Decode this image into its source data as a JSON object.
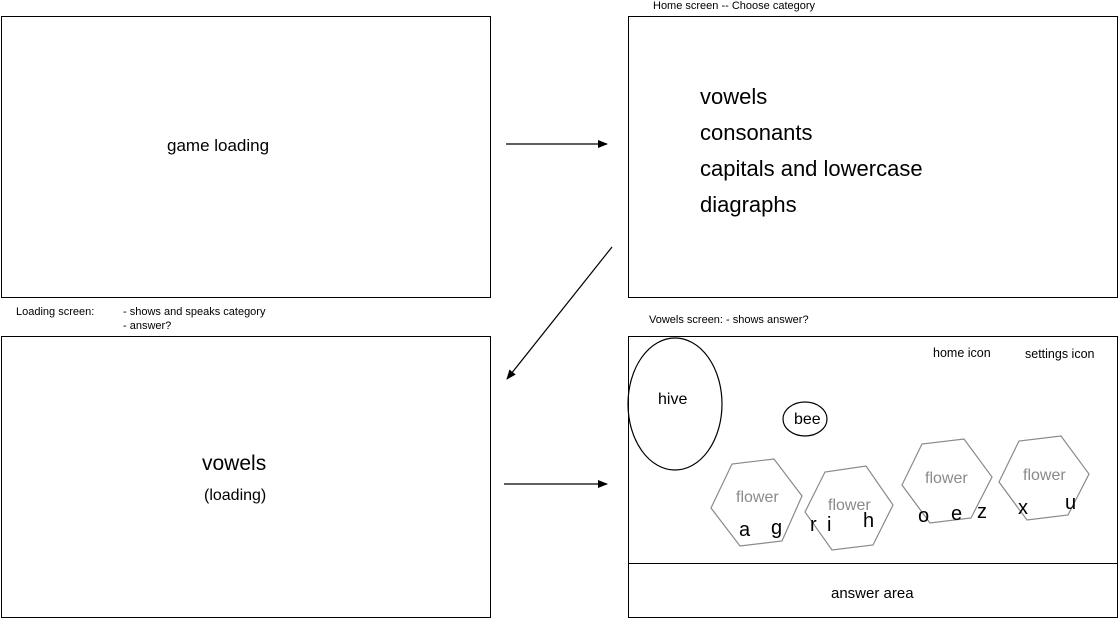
{
  "loading_frame": {
    "text": "game loading"
  },
  "home_frame": {
    "caption": "Home screen -- Choose category",
    "categories": [
      "vowels",
      "consonants",
      "capitals and lowercase",
      "diagraphs"
    ]
  },
  "category_loading_frame": {
    "caption_title": "Loading screen:",
    "caption_notes": [
      "- shows and speaks category",
      "- answer?"
    ],
    "category": "vowels",
    "status": "(loading)"
  },
  "vowels_frame": {
    "caption": "Vowels screen: - shows answer?",
    "home_icon": "home icon",
    "settings_icon": "settings icon",
    "hive": "hive",
    "bee": "bee",
    "flower_label": "flower",
    "flowers": [
      {
        "label": "flower",
        "letters": [
          "a",
          "g"
        ]
      },
      {
        "label": "flower",
        "letters": [
          "r",
          "i",
          "h"
        ]
      },
      {
        "label": "flower",
        "letters": [
          "o",
          "e",
          "z"
        ]
      },
      {
        "label": "flower",
        "letters": [
          "x",
          "u"
        ]
      }
    ],
    "answer_area": "answer area"
  },
  "colors": {
    "stroke": "#000000",
    "flower_stroke": "#8a8a8a",
    "flower_text": "#8a8a8a"
  }
}
